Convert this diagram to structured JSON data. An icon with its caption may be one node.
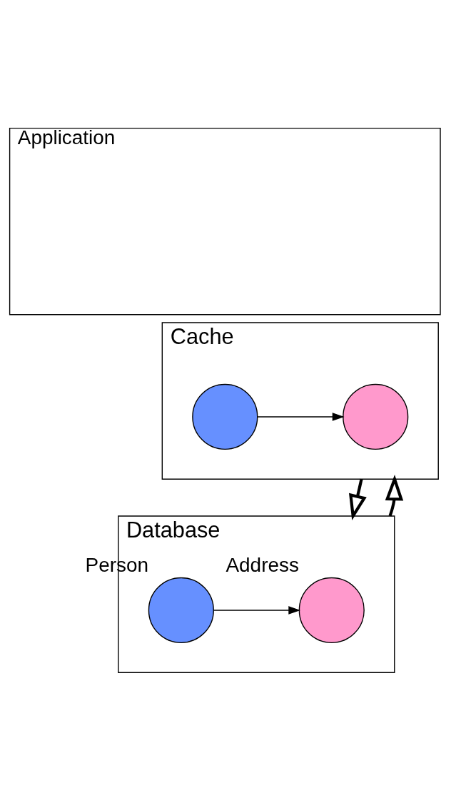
{
  "diagram": {
    "nodes": [
      {
        "text": [
          "Application"
        ]
      },
      {
        "text": [
          "Cache"
        ]
      },
      {
        "text": [],
        "shape": "circle",
        "in": 1
      },
      {
        "text": [],
        "shape": "circle",
        "in": 1
      },
      {
        "text": [
          "Database"
        ]
      },
      {
        "text": [],
        "shape": "circle",
        "in": 4,
        "beside": [
          "Person"
        ]
      },
      {
        "text": [],
        "shape": "circle",
        "in": 4,
        "beside": [
          "Address"
        ]
      }
    ],
    "edges": [
      {
        "from": 2,
        "to": 3,
        "arrow": "to"
      },
      {
        "from": 5,
        "to": 6,
        "arrow": "to"
      },
      {
        "from": 1,
        "to": 4,
        "arrow": "to",
        "style": "thick"
      },
      {
        "from": 4,
        "to": 1,
        "arrow": "to",
        "style": "thick"
      }
    ]
  }
}
